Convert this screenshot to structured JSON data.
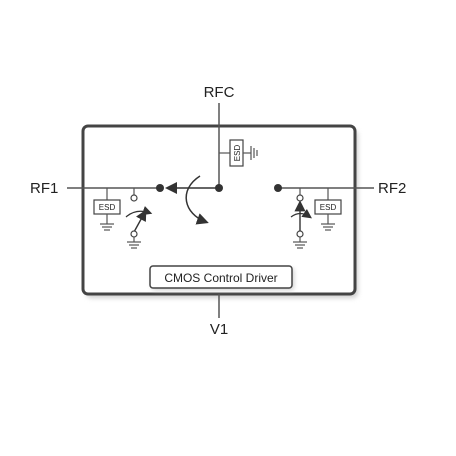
{
  "pins": {
    "rfc": "RFC",
    "rf1": "RF1",
    "rf2": "RF2",
    "v1": "V1"
  },
  "blocks": {
    "esd_label": "ESD",
    "driver_label": "CMOS Control Driver"
  },
  "colors": {
    "line": "#555555",
    "box_border": "#444444",
    "shadow": "#c8c8c8"
  }
}
